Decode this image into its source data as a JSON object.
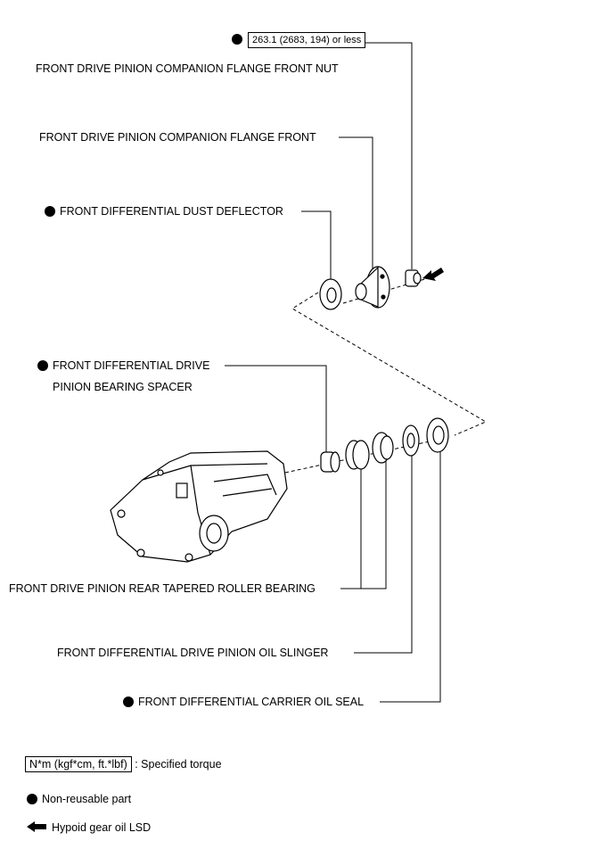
{
  "torque_spec": "263.1 (2683, 194) or less",
  "labels": {
    "flange_nut": "FRONT DRIVE PINION COMPANION FLANGE FRONT NUT",
    "flange_front": "FRONT DRIVE PINION COMPANION FLANGE FRONT",
    "dust_deflector": "FRONT DIFFERENTIAL DUST DEFLECTOR",
    "spacer_line1": "FRONT DIFFERENTIAL DRIVE",
    "spacer_line2": "PINION BEARING SPACER",
    "rear_bearing": "FRONT DRIVE PINION REAR TAPERED ROLLER BEARING",
    "oil_slinger": "FRONT DIFFERENTIAL DRIVE PINION OIL SLINGER",
    "oil_seal": "FRONT DIFFERENTIAL CARRIER OIL SEAL"
  },
  "legend": {
    "torque_unit": "N*m (kgf*cm, ft.*lbf)",
    "torque_desc": ": Specified torque",
    "nonreusable": "Non-reusable part",
    "hypoid": "Hypoid gear oil LSD"
  },
  "colors": {
    "line": "#000000",
    "background": "#ffffff"
  },
  "icons": [
    "non-reusable-dot-icon",
    "oil-arrow-icon"
  ]
}
